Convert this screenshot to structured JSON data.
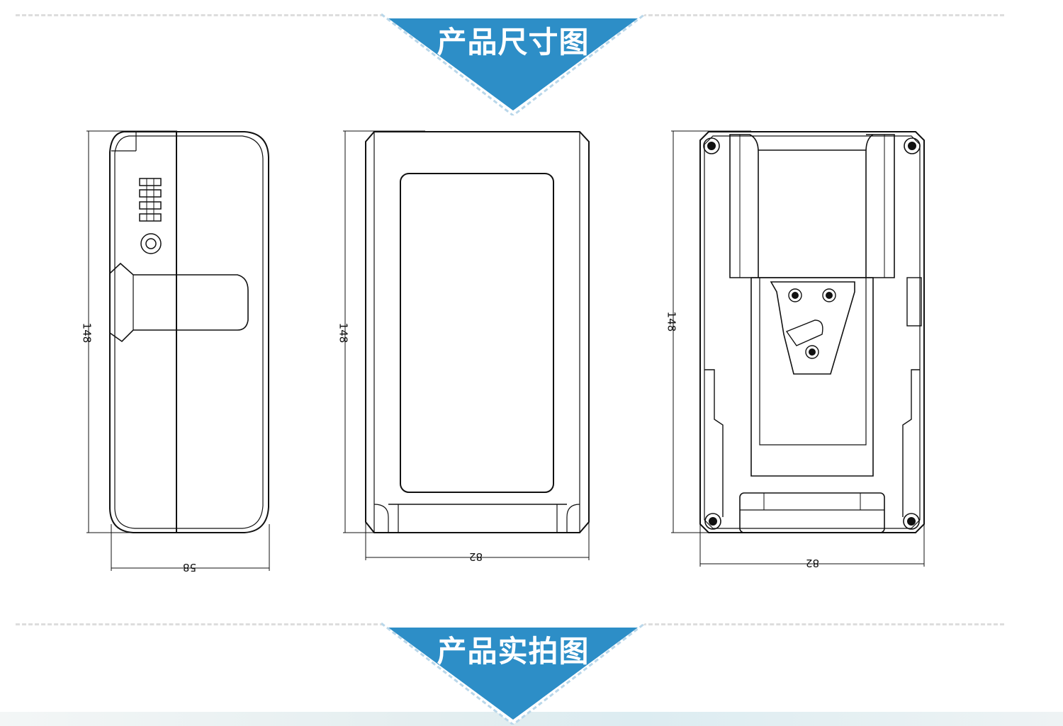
{
  "banners": {
    "dimensions_title": "产品尺寸图",
    "photos_title": "产品实拍图",
    "accent_color": "#2d8ec7"
  },
  "views": {
    "side": {
      "height_label": "148",
      "width_label": "58"
    },
    "front": {
      "height_label": "148",
      "width_label": "82"
    },
    "back": {
      "height_label": "148",
      "width_label": "82"
    }
  }
}
